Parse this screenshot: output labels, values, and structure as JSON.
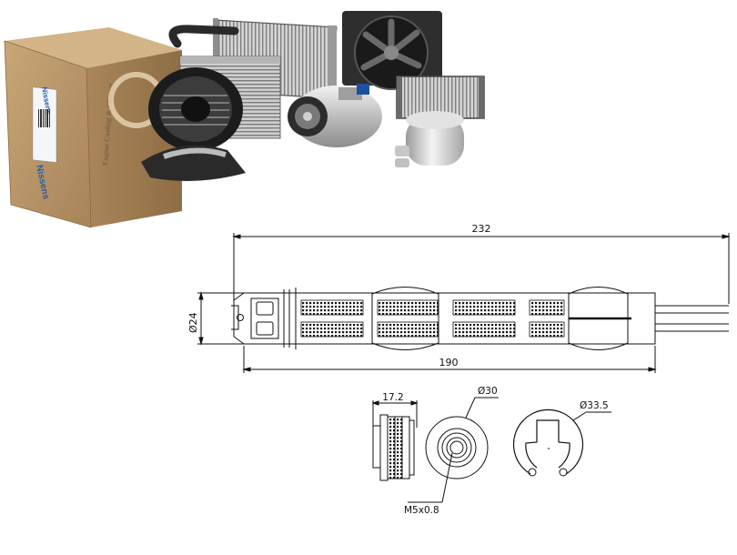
{
  "brand": {
    "logo_text": "Nissens",
    "tagline": "Engine Cooling & Climate"
  },
  "colors": {
    "box_kraft": "#b89668",
    "box_dark": "#8a6a42",
    "brand_blue": "#2a5aa8",
    "metal_light": "#d8d8d8",
    "metal_dark": "#4a4a4a",
    "line": "#111111"
  },
  "dimensions": {
    "overall_length": "232",
    "body_length": "190",
    "diameter_body": "Ø24",
    "thickness": "17.2",
    "diameter_cap": "Ø30",
    "diameter_ring": "Ø33.5",
    "thread": "M5x0.8"
  }
}
